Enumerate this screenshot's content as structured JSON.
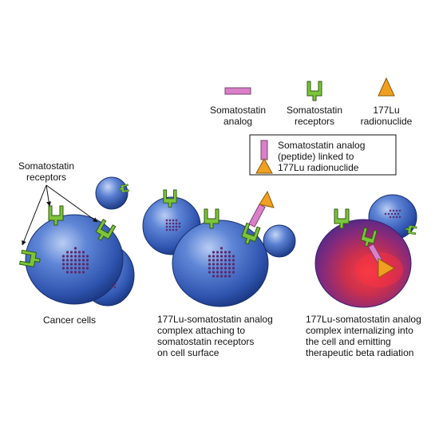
{
  "legend": {
    "analog": [
      "Somatostatin",
      "analog"
    ],
    "receptors": [
      "Somatostatin",
      "receptors"
    ],
    "radionuclide": [
      "177Lu",
      "radionuclide"
    ],
    "complex": [
      "Somatostatin analog",
      "(peptide) linked to",
      "177Lu radionuclide"
    ]
  },
  "callout": [
    "Somatostatin",
    "receptors"
  ],
  "captions": {
    "panel1": [
      "Cancer cells"
    ],
    "panel2": [
      "177Lu-somatostatin analog",
      "complex attaching to",
      "somatostatin receptors",
      "on cell surface"
    ],
    "panel3": [
      "177Lu-somatostatin analog",
      "complex internalizing into",
      "the cell and emitting",
      "therapeutic beta radiation"
    ]
  },
  "colors": {
    "cell_blue": "#4a72c8",
    "cell_dark": "#1f3f8f",
    "receptor_green": "#7cc43a",
    "analog_pink": "#d980c9",
    "lu_orange": "#f0a020",
    "radiation_red": "#e0303a",
    "nucleus_dots": "#5a2a6a"
  }
}
